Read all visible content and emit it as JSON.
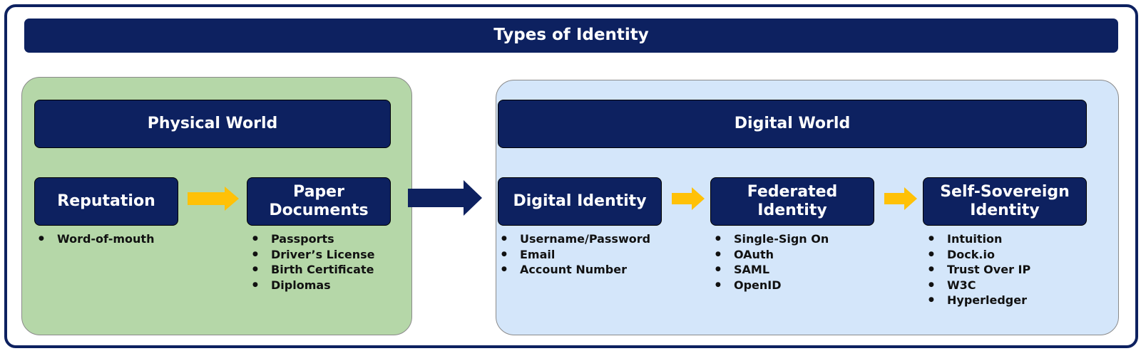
{
  "title": "Types of Identity",
  "colors": {
    "navy": "#0d2160",
    "arrow_gold": "#ffc107",
    "physical_bg": "#b5d7a8",
    "digital_bg": "#d4e6fa"
  },
  "physical": {
    "header": "Physical World",
    "reputation": {
      "title": "Reputation",
      "items": [
        "Word-of-mouth"
      ]
    },
    "paper": {
      "title_line1": "Paper",
      "title_line2": "Documents",
      "items": [
        "Passports",
        "Driver’s License",
        "Birth Certificate",
        "Diplomas"
      ]
    }
  },
  "digital": {
    "header": "Digital World",
    "digital_identity": {
      "title": "Digital Identity",
      "items": [
        "Username/Password",
        "Email",
        "Account Number"
      ]
    },
    "federated": {
      "title_line1": "Federated",
      "title_line2": "Identity",
      "items": [
        "Single-Sign On",
        "OAuth",
        "SAML",
        "OpenID"
      ]
    },
    "self_sovereign": {
      "title_line1": "Self-Sovereign",
      "title_line2": "Identity",
      "items": [
        "Intuition",
        "Dock.io",
        "Trust Over IP",
        "W3C",
        "Hyperledger"
      ]
    }
  }
}
